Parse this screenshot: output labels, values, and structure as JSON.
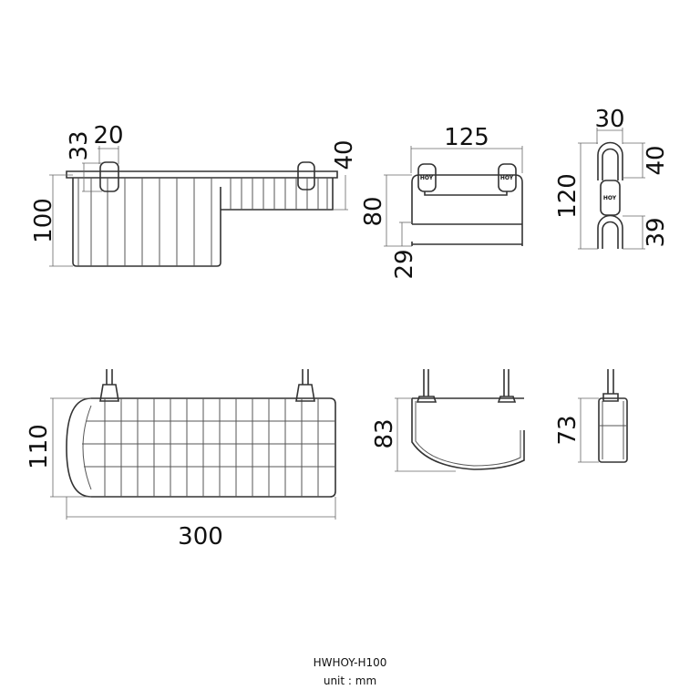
{
  "model": "HWHOY-H100",
  "unit_label": "unit : mm",
  "tag_text": "HOY",
  "views": {
    "top_front": {
      "height": "100",
      "hook_height": "33",
      "hook_width": "20",
      "shelf_depth": "40"
    },
    "top_side": {
      "width": "125",
      "height": "80",
      "gap": "29"
    },
    "hook_side": {
      "width": "30",
      "height": "120",
      "top_loop": "40",
      "bottom_loop": "39"
    },
    "bottom_top": {
      "depth": "110",
      "length": "300"
    },
    "bottom_side": {
      "height": "83"
    },
    "bottom_end": {
      "height": "73"
    }
  }
}
